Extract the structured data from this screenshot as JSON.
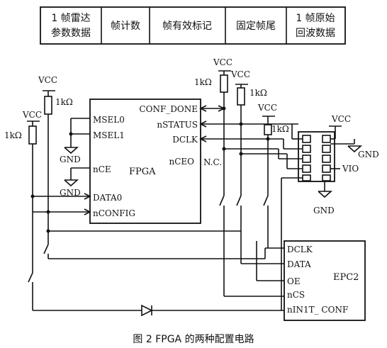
{
  "frame_table": {
    "cells": [
      {
        "line1": "1 帧雷达",
        "line2": "参数数据"
      },
      {
        "line1": "帧计数",
        "line2": ""
      },
      {
        "line1": "帧有效标记",
        "line2": ""
      },
      {
        "line1": "固定帧尾",
        "line2": ""
      },
      {
        "line1": "1 帧原始",
        "line2": "回波数据"
      }
    ]
  },
  "fpga": {
    "name": "FPGA",
    "pins_left": [
      "MSEL0",
      "MSEL1",
      "nCE",
      "DATA0",
      "nCONFIG"
    ],
    "pins_right": [
      "CONF_DONE",
      "nSTATUS",
      "DCLK",
      "nCEO"
    ],
    "nc_label": "N.C."
  },
  "epc2": {
    "name": "EPC2",
    "pins": [
      "DCLK",
      "DATA",
      "OE",
      "nCS",
      "nIN1T_ CONF"
    ]
  },
  "labels": {
    "vcc": "VCC",
    "gnd": "GND",
    "resistor": "1kΩ",
    "vio": "VIO"
  },
  "caption": "图 2  FPGA 的两种配置电路"
}
